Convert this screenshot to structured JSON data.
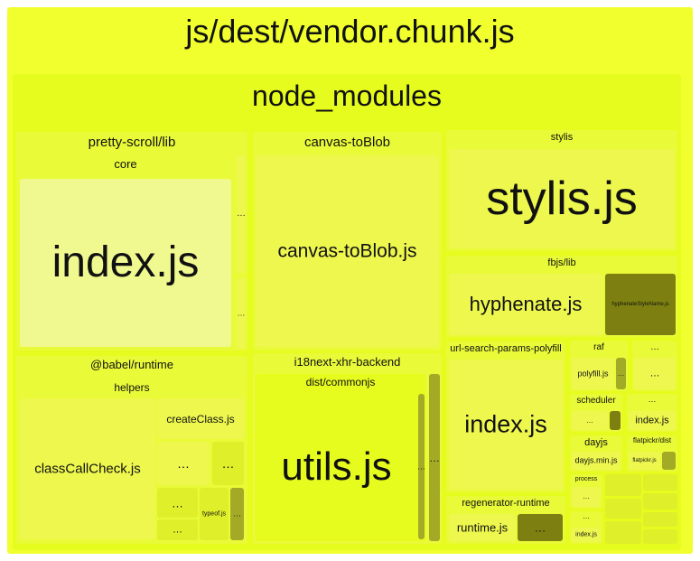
{
  "colors": {
    "level0": "#f0ff2d",
    "level1": "#e6fb1e",
    "level2": "#e9fa38",
    "leaf": "#eef74e",
    "highlight": "#f0f890",
    "small": "#dfef2a",
    "dark": "#7d8011",
    "muted": "#a3aa25"
  },
  "chart_data": {
    "type": "treemap",
    "root": {
      "label": "js/dest/vendor.chunk.js",
      "children": [
        {
          "label": "node_modules",
          "children": [
            {
              "label": "pretty-scroll/lib",
              "children": [
                {
                  "label": "core",
                  "children": [
                    {
                      "label": "index.js"
                    }
                  ]
                },
                {
                  "label": "…"
                },
                {
                  "label": "…"
                }
              ]
            },
            {
              "label": "canvas-toBlob",
              "children": [
                {
                  "label": "canvas-toBlob.js"
                }
              ]
            },
            {
              "label": "stylis",
              "children": [
                {
                  "label": "stylis.js"
                }
              ]
            },
            {
              "label": "fbjs/lib",
              "children": [
                {
                  "label": "hyphenate.js"
                },
                {
                  "label": "hyphenateStyleName.js"
                }
              ]
            },
            {
              "label": "@babel/runtime",
              "children": [
                {
                  "label": "helpers",
                  "children": [
                    {
                      "label": "classCallCheck.js"
                    },
                    {
                      "label": "createClass.js"
                    },
                    {
                      "label": "…"
                    },
                    {
                      "label": "…"
                    },
                    {
                      "label": "…"
                    },
                    {
                      "label": "…"
                    },
                    {
                      "label": "typeof.js"
                    },
                    {
                      "label": "…"
                    }
                  ]
                }
              ]
            },
            {
              "label": "i18next-xhr-backend",
              "children": [
                {
                  "label": "dist/commonjs",
                  "children": [
                    {
                      "label": "utils.js"
                    },
                    {
                      "label": "…"
                    }
                  ]
                },
                {
                  "label": "…"
                }
              ]
            },
            {
              "label": "url-search-params-polyfill",
              "children": [
                {
                  "label": "index.js"
                }
              ]
            },
            {
              "label": "regenerator-runtime",
              "children": [
                {
                  "label": "runtime.js"
                },
                {
                  "label": "…"
                }
              ]
            },
            {
              "label": "raf",
              "children": [
                {
                  "label": "polyfill.js"
                },
                {
                  "label": "…"
                }
              ]
            },
            {
              "label": "…",
              "children": [
                {
                  "label": "…"
                }
              ]
            },
            {
              "label": "scheduler",
              "children": [
                {
                  "label": "…"
                }
              ]
            },
            {
              "label": "…",
              "children": [
                {
                  "label": "index.js"
                }
              ]
            },
            {
              "label": "dayjs",
              "children": [
                {
                  "label": "dayjs.min.js"
                }
              ]
            },
            {
              "label": "flatpickr/dist",
              "children": [
                {
                  "label": "flatpickr.js"
                }
              ]
            },
            {
              "label": "process",
              "children": [
                {
                  "label": "…"
                }
              ]
            },
            {
              "label": "…",
              "children": [
                {
                  "label": "index.js"
                }
              ]
            }
          ]
        }
      ]
    }
  }
}
